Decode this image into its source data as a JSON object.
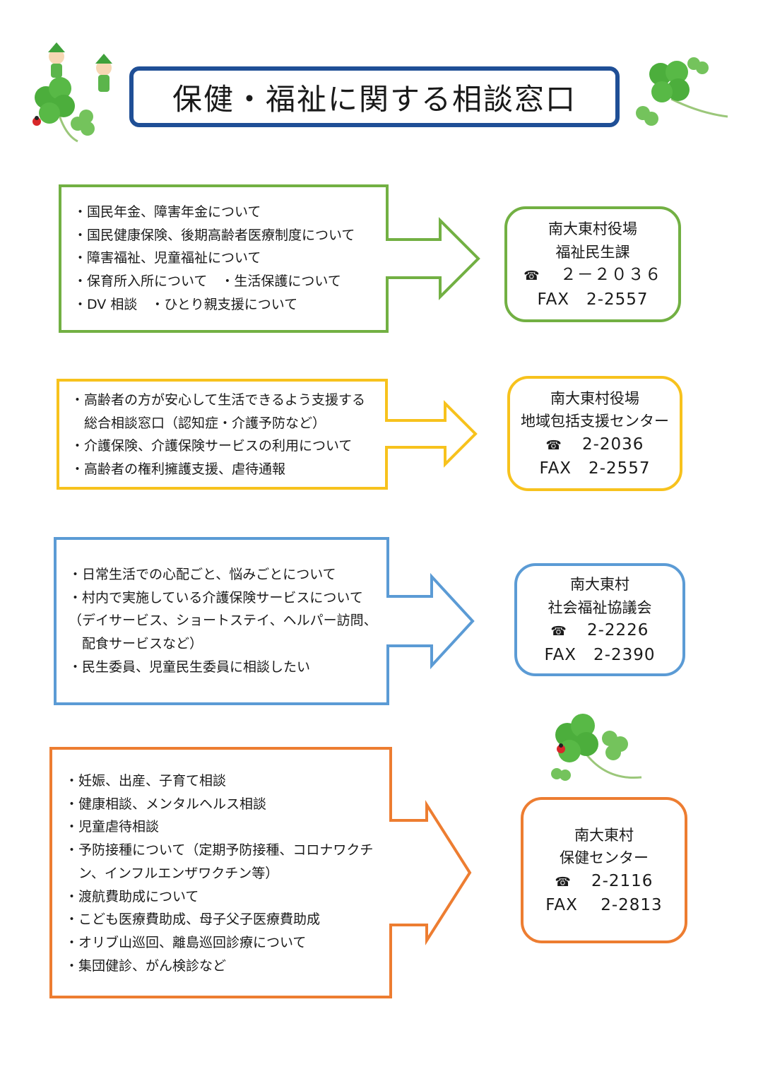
{
  "title": "保健・福祉に関する相談窓口",
  "sections": [
    {
      "color": "#72b043",
      "items": [
        "・国民年金、障害年金について",
        "・国民健康保険、後期高齢者医療制度について",
        "・障害福祉、児童福祉について",
        "・保育所入所について　・生活保護について",
        "・DV 相談　・ひとり親支援について"
      ],
      "contact": {
        "org": "南大東村役場",
        "dept": "福祉民生課",
        "tel_icon": "☎",
        "tel": "２－２０３６",
        "fax": "FAX　2-2557"
      }
    },
    {
      "color": "#f7c21d",
      "items": [
        "・高齢者の方が安心して生活できるよう支援する",
        "　総合相談窓口（認知症・介護予防など）",
        "・介護保険、介護保険サービスの利用について",
        "・高齢者の権利擁護支援、虐待通報"
      ],
      "contact": {
        "org": "南大東村役場",
        "dept": "地域包括支援センター",
        "tel_icon": "☎",
        "tel": "2-2036",
        "fax": "FAX　2-2557"
      }
    },
    {
      "color": "#5b9bd5",
      "items": [
        "・日常生活での心配ごと、悩みごとについて",
        "・村内で実施している介護保険サービスについて",
        "（デイサービス、ショートステイ、ヘルパー訪問、",
        "　配食サービスなど）",
        "・民生委員、児童民生委員に相談したい"
      ],
      "contact": {
        "org": "南大東村",
        "dept": "社会福祉協議会",
        "tel_icon": "☎",
        "tel": "2-2226",
        "fax": "FAX　2-2390"
      }
    },
    {
      "color": "#ed7d31",
      "items": [
        "・妊娠、出産、子育て相談",
        "・健康相談、メンタルヘルス相談",
        "・児童虐待相談",
        "・予防接種について（定期予防接種、コロナワクチ",
        "　ン、インフルエンザワクチン等）",
        "・渡航費助成について",
        "・こども医療費助成、母子父子医療費助成",
        "・オリブ山巡回、離島巡回診療について",
        "・集団健診、がん検診など"
      ],
      "contact": {
        "org": "南大東村",
        "dept": "保健センター",
        "tel_icon": "☎",
        "tel": "2-2116",
        "fax": "FAX　 2-2813"
      }
    }
  ],
  "decorations": [
    "clover-icon",
    "fairy-icon",
    "ladybug-icon"
  ]
}
